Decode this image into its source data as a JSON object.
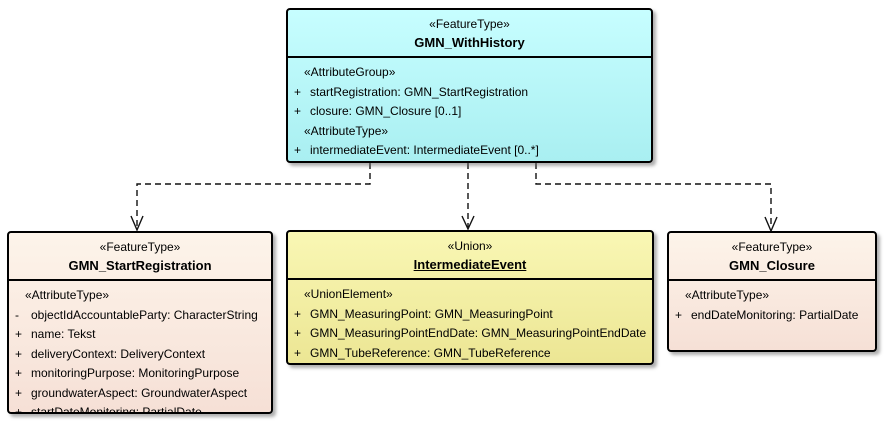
{
  "colors": {
    "border": "#000000",
    "connector": "#111111",
    "cyan_top": "#c7feff",
    "cyan_bottom": "#a9eff1",
    "peach_top": "#fdf4ea",
    "peach_bottom": "#f6e0d6",
    "yellow_top": "#f9f7b4",
    "yellow_bottom": "#ece694"
  },
  "classes": {
    "with_history": {
      "stereotype": "«FeatureType»",
      "name": "GMN_WithHistory",
      "sections": [
        {
          "label": "«AttributeGroup»",
          "attributes": [
            {
              "vis": "+",
              "text": "startRegistration: GMN_StartRegistration"
            },
            {
              "vis": "+",
              "text": "closure: GMN_Closure [0..1]"
            }
          ]
        },
        {
          "label": "«AttributeType»",
          "attributes": [
            {
              "vis": "+",
              "text": "intermediateEvent: IntermediateEvent [0..*]"
            }
          ]
        }
      ]
    },
    "start_registration": {
      "stereotype": "«FeatureType»",
      "name": "GMN_StartRegistration",
      "sections": [
        {
          "label": "«AttributeType»",
          "attributes": [
            {
              "vis": "-",
              "text": "objectIdAccountableParty: CharacterString"
            },
            {
              "vis": "+",
              "text": "name: Tekst"
            },
            {
              "vis": "+",
              "text": "deliveryContext: DeliveryContext"
            },
            {
              "vis": "+",
              "text": "monitoringPurpose: MonitoringPurpose"
            },
            {
              "vis": "+",
              "text": "groundwaterAspect: GroundwaterAspect"
            },
            {
              "vis": "+",
              "text": "startDateMonitoring: PartialDate"
            }
          ]
        }
      ]
    },
    "intermediate_event": {
      "stereotype": "«Union»",
      "name": "IntermediateEvent",
      "sections": [
        {
          "label": "«UnionElement»",
          "attributes": [
            {
              "vis": "+",
              "text": "GMN_MeasuringPoint: GMN_MeasuringPoint"
            },
            {
              "vis": "+",
              "text": "GMN_MeasuringPointEndDate: GMN_MeasuringPointEndDate"
            },
            {
              "vis": "+",
              "text": "GMN_TubeReference: GMN_TubeReference"
            }
          ]
        }
      ]
    },
    "closure": {
      "stereotype": "«FeatureType»",
      "name": "GMN_Closure",
      "sections": [
        {
          "label": "«AttributeType»",
          "attributes": [
            {
              "vis": "+",
              "text": "endDateMonitoring: PartialDate"
            }
          ]
        }
      ]
    }
  },
  "connectors": [
    {
      "type": "dependency",
      "style": "dashed",
      "from": "GMN_WithHistory",
      "to": "GMN_StartRegistration"
    },
    {
      "type": "dependency",
      "style": "dashed",
      "from": "GMN_WithHistory",
      "to": "IntermediateEvent"
    },
    {
      "type": "dependency",
      "style": "dashed",
      "from": "GMN_WithHistory",
      "to": "GMN_Closure"
    }
  ]
}
